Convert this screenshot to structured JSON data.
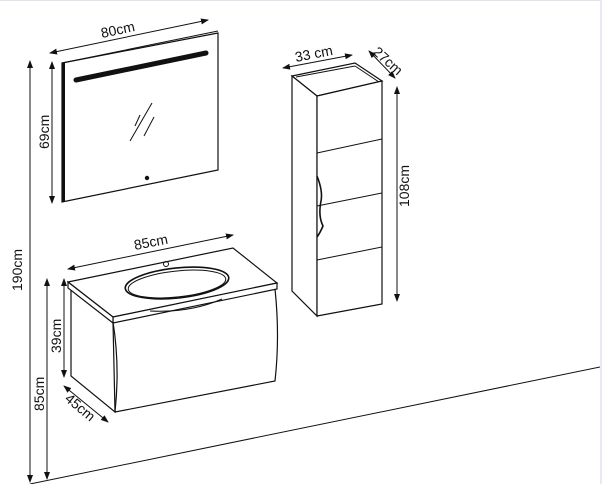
{
  "title": "Bathroom furniture set dimensions",
  "colors": {
    "line": "#111111",
    "background": "#ffffff"
  },
  "dimensions": {
    "mirror_width": "80cm",
    "mirror_height": "69cm",
    "total_height": "190cm",
    "column_width": "33 cm",
    "column_depth": "27cm",
    "column_height": "108cm",
    "vanity_width": "85cm",
    "vanity_height": "39cm",
    "vanity_floor_height": "85cm",
    "vanity_depth": "45cm"
  }
}
